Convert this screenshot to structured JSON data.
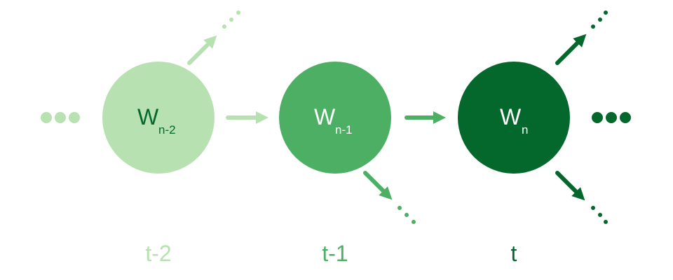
{
  "colors": {
    "light": "#b7e1b0",
    "medium": "#4caf63",
    "dark": "#04682d",
    "white": "#ffffff"
  },
  "nodes": [
    {
      "id": "n2",
      "label": "W",
      "subscript": "n-2",
      "time": "t-2"
    },
    {
      "id": "n1",
      "label": "W",
      "subscript": "n-1",
      "time": "t-1"
    },
    {
      "id": "n0",
      "label": "W",
      "subscript": "n",
      "time": "t"
    }
  ]
}
